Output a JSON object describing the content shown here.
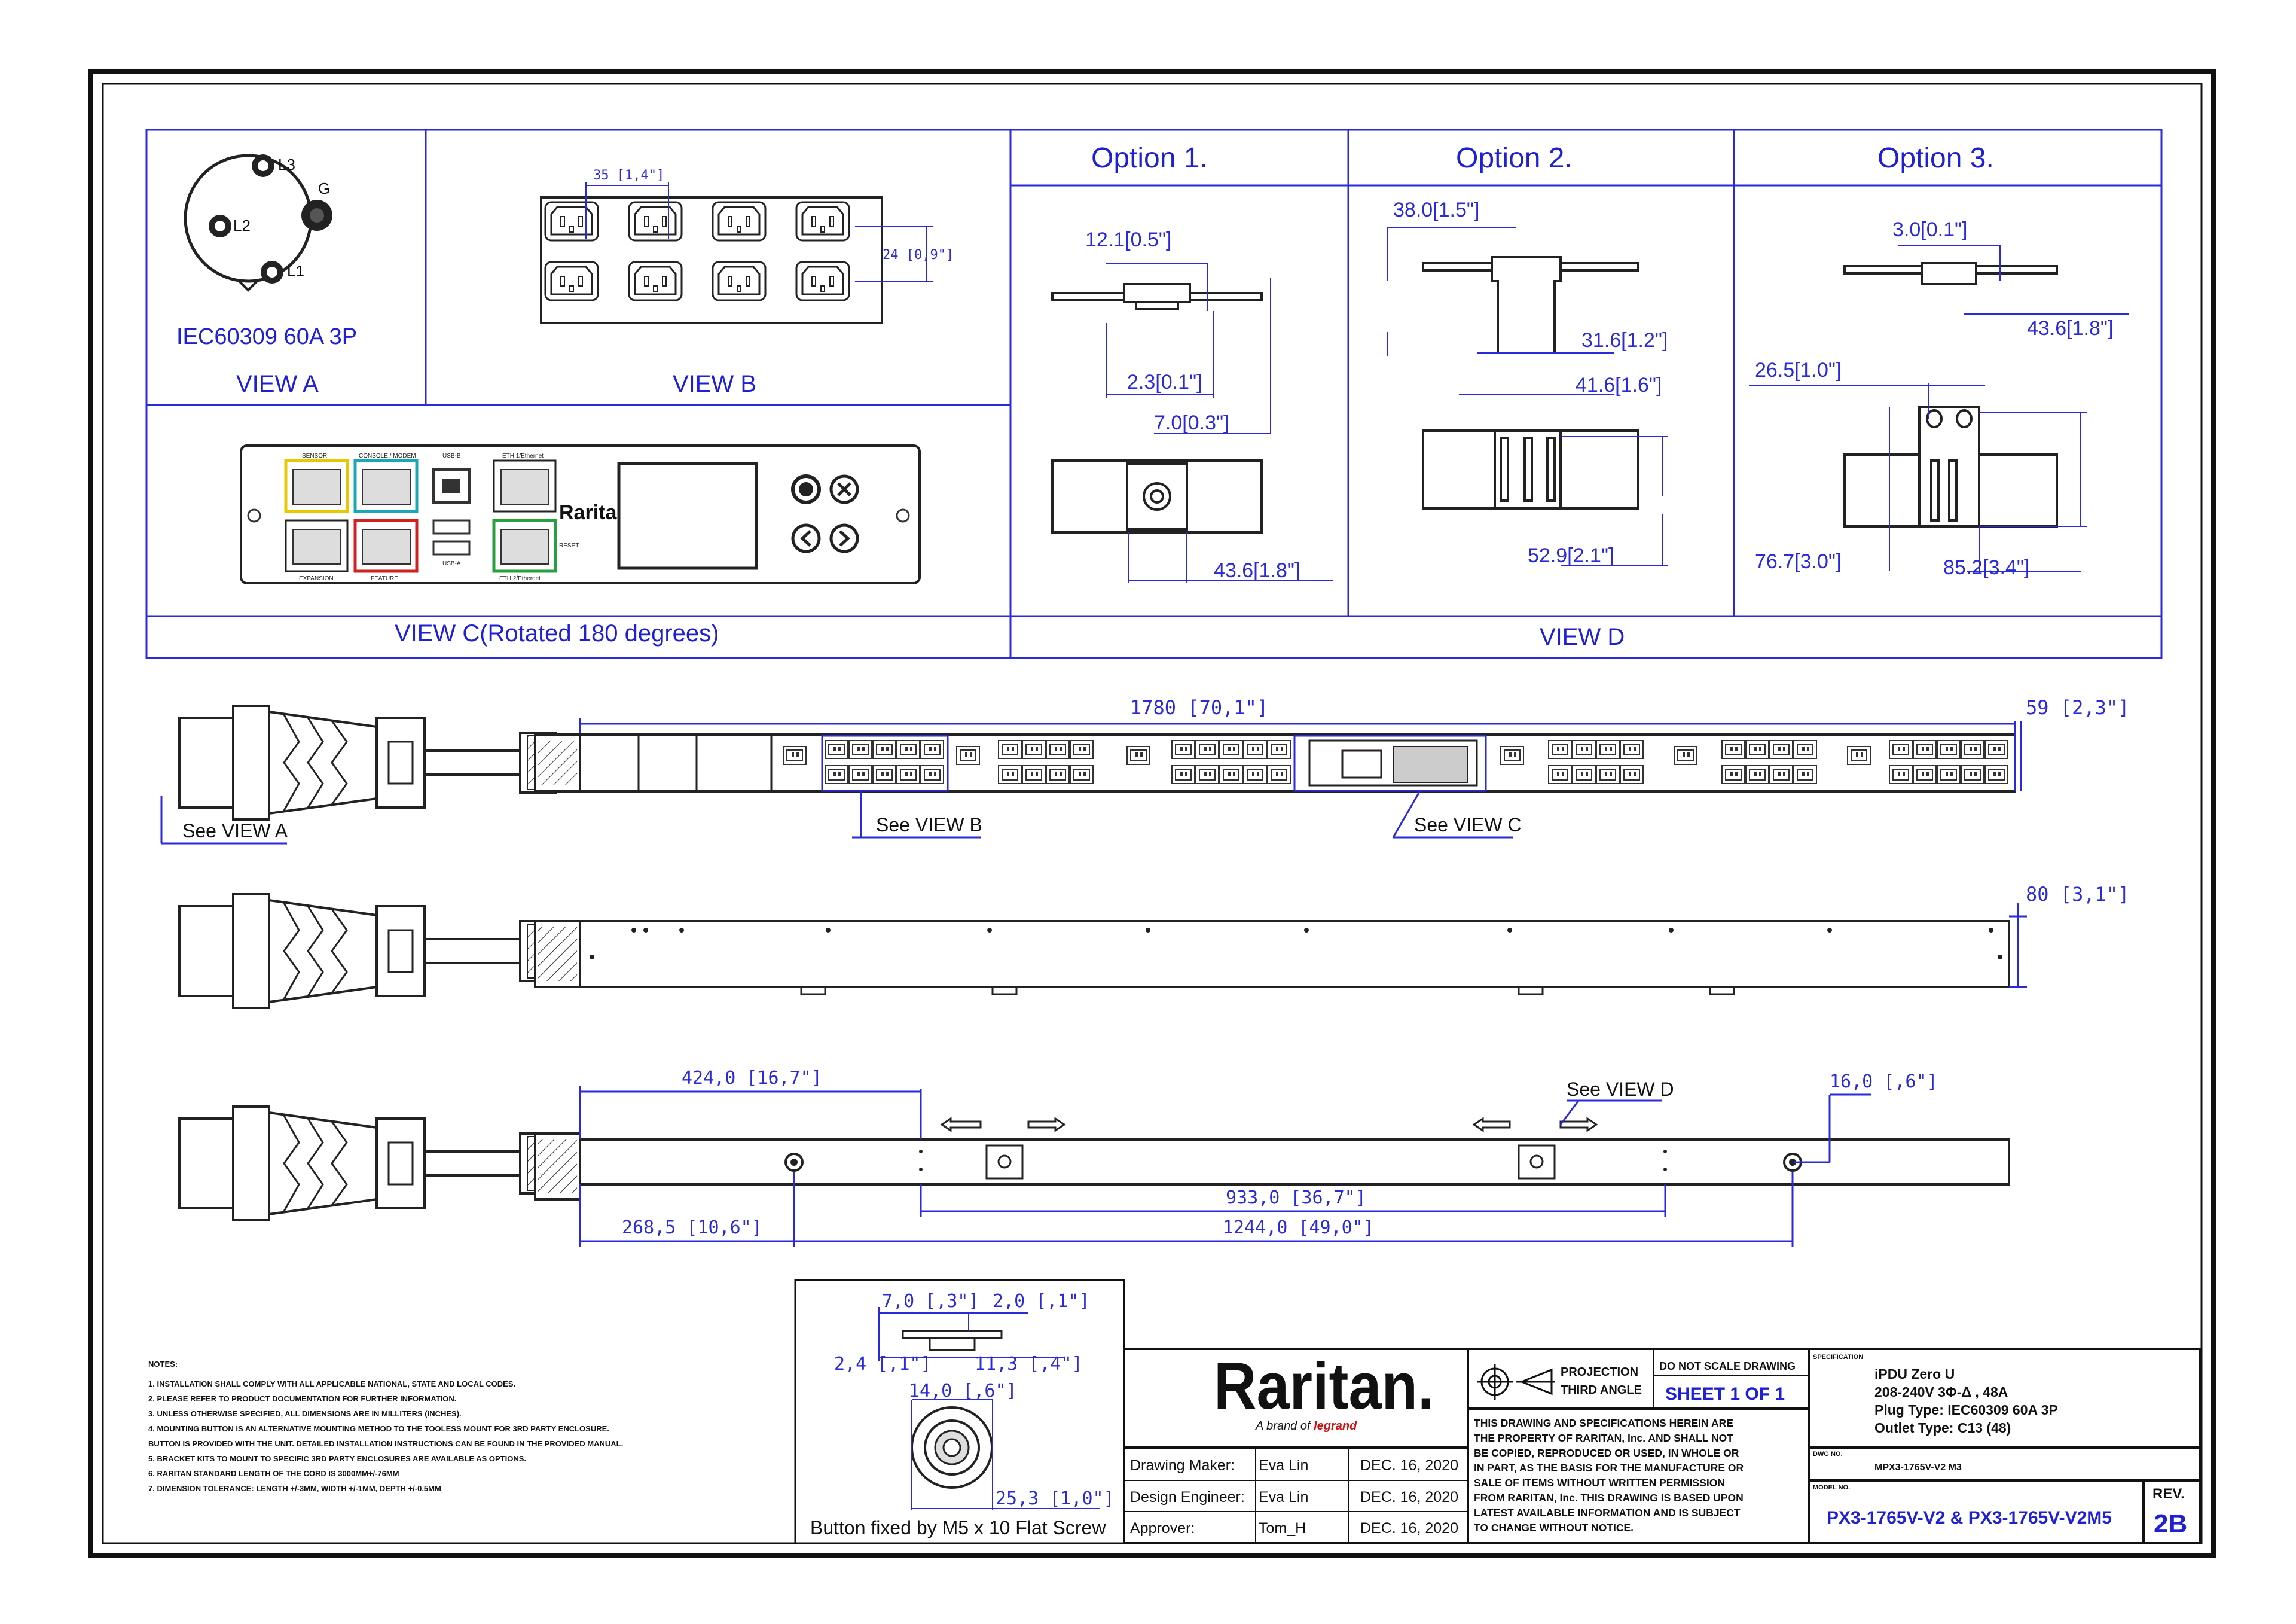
{
  "view_a": {
    "pins": [
      "L3",
      "G",
      "L2",
      "L1"
    ],
    "plug_label": "IEC60309 60A 3P",
    "caption": "VIEW A"
  },
  "view_b": {
    "dim_width": "35 [1,4\"]",
    "dim_height": "24 [0,9\"]",
    "caption": "VIEW B"
  },
  "view_c": {
    "caption": "VIEW C(Rotated 180 degrees)",
    "port_labels": [
      "SENSOR",
      "CONSOLE / MODEM",
      "USB-B",
      "ETH 1/Ethernet",
      "EXPANSION",
      "FEATURE",
      "USB-A",
      "ETH 2/Ethernet",
      "RESET"
    ],
    "brand": "Raritan"
  },
  "view_d": {
    "caption": "VIEW D",
    "options": [
      {
        "title": "Option 1.",
        "dims": [
          "12.1[0.5\"]",
          "2.3[0.1\"]",
          "7.0[0.3\"]",
          "43.6[1.8\"]"
        ]
      },
      {
        "title": "Option  2.",
        "dims": [
          "38.0[1.5\"]",
          "31.6[1.2\"]",
          "41.6[1.6\"]",
          "52.9[2.1\"]"
        ]
      },
      {
        "title": "Option 3.",
        "dims": [
          "3.0[0.1\"]",
          "43.6[1.8\"]",
          "26.5[1.0\"]",
          "76.7[3.0\"]",
          "85.2[3.4\"]"
        ]
      }
    ]
  },
  "elevations": {
    "top_length": "1780 [70,1\"]",
    "top_depth": "59 [2,3\"]",
    "see_a": "See VIEW A",
    "see_b": "See VIEW B",
    "see_c": "See VIEW C",
    "mid_width": "80 [3,1\"]",
    "see_d": "See VIEW D",
    "bottom_dims": [
      "424,0 [16,7\"]",
      "16,0 [,6\"]",
      "933,0 [36,7\"]",
      "268,5 [10,6\"]",
      "1244,0 [49,0\"]"
    ]
  },
  "button_detail": {
    "dims": [
      "7,0 [,3\"]",
      "2,0 [,1\"]",
      "2,4 [,1\"]",
      "11,3 [,4\"]",
      "14,0 [,6\"]",
      "25,3 [1,0\"]"
    ],
    "caption": "Button fixed by M5 x 10 Flat Screw"
  },
  "notes": {
    "heading": "NOTES:",
    "items": [
      "1. INSTALLATION SHALL COMPLY WITH ALL APPLICABLE NATIONAL, STATE AND LOCAL CODES.",
      "2. PLEASE REFER TO PRODUCT DOCUMENTATION FOR FURTHER INFORMATION.",
      "3. UNLESS OTHERWISE SPECIFIED, ALL DIMENSIONS ARE IN MILLITERS (INCHES).",
      "4. MOUNTING BUTTON IS AN ALTERNATIVE MOUNTING METHOD TO THE TOOLESS MOUNT FOR 3RD PARTY ENCLOSURE.",
      "   BUTTON IS PROVIDED WITH THE UNIT. DETAILED INSTALLATION INSTRUCTIONS CAN BE FOUND IN THE PROVIDED MANUAL.",
      "5. BRACKET KITS TO MOUNT TO SPECIFIC 3RD PARTY ENCLOSURES ARE AVAILABLE AS OPTIONS.",
      "6. RARITAN STANDARD LENGTH OF THE CORD IS 3000MM+/-76MM",
      "7. DIMENSION TOLERANCE: LENGTH +/-3MM, WIDTH +/-1MM, DEPTH +/-0.5MM"
    ]
  },
  "title_block": {
    "logo": "Raritan.",
    "tagline": "A brand of",
    "tagline_brand": "legrand",
    "rows": [
      {
        "role": "Drawing Maker:",
        "name": "Eva Lin",
        "date": "DEC. 16, 2020"
      },
      {
        "role": "Design Engineer:",
        "name": "Eva Lin",
        "date": "DEC. 16, 2020"
      },
      {
        "role": "Approver:",
        "name": "Tom_H",
        "date": "DEC. 16, 2020"
      }
    ],
    "projection": "PROJECTION",
    "third_angle": "THIRD ANGLE",
    "do_not_scale": "DO NOT SCALE DRAWING",
    "sheet": "SHEET 1 OF 1",
    "property_notice": [
      "THIS DRAWING AND SPECIFICATIONS HEREIN ARE",
      "THE PROPERTY OF RARITAN, Inc. AND SHALL NOT",
      "BE COPIED, REPRODUCED OR USED, IN WHOLE OR",
      "IN PART, AS THE BASIS FOR THE MANUFACTURE OR",
      "SALE OF ITEMS WITHOUT WRITTEN PERMISSION",
      "FROM RARITAN, Inc. THIS DRAWING IS BASED UPON",
      "LATEST AVAILABLE INFORMATION AND IS SUBJECT",
      "TO CHANGE WITHOUT NOTICE."
    ],
    "spec_label": "SPECIFICATION",
    "spec_lines": [
      "iPDU Zero U",
      "208-240V 3Φ-Δ , 48A",
      "Plug Type: IEC60309 60A 3P",
      "Outlet Type: C13 (48)"
    ],
    "dwg_label": "DWG NO.",
    "dwg_no": "MPX3-1765V-V2 M3",
    "model_label": "MODEL NO.",
    "model_no": "PX3-1765V-V2 & PX3-1765V-V2M5",
    "rev_label": "REV.",
    "rev": "2B"
  },
  "colors": {
    "line": "#1a1a1a",
    "dimension": "#2a2adb",
    "caption": "#1f1fd6",
    "border": "#111111"
  }
}
